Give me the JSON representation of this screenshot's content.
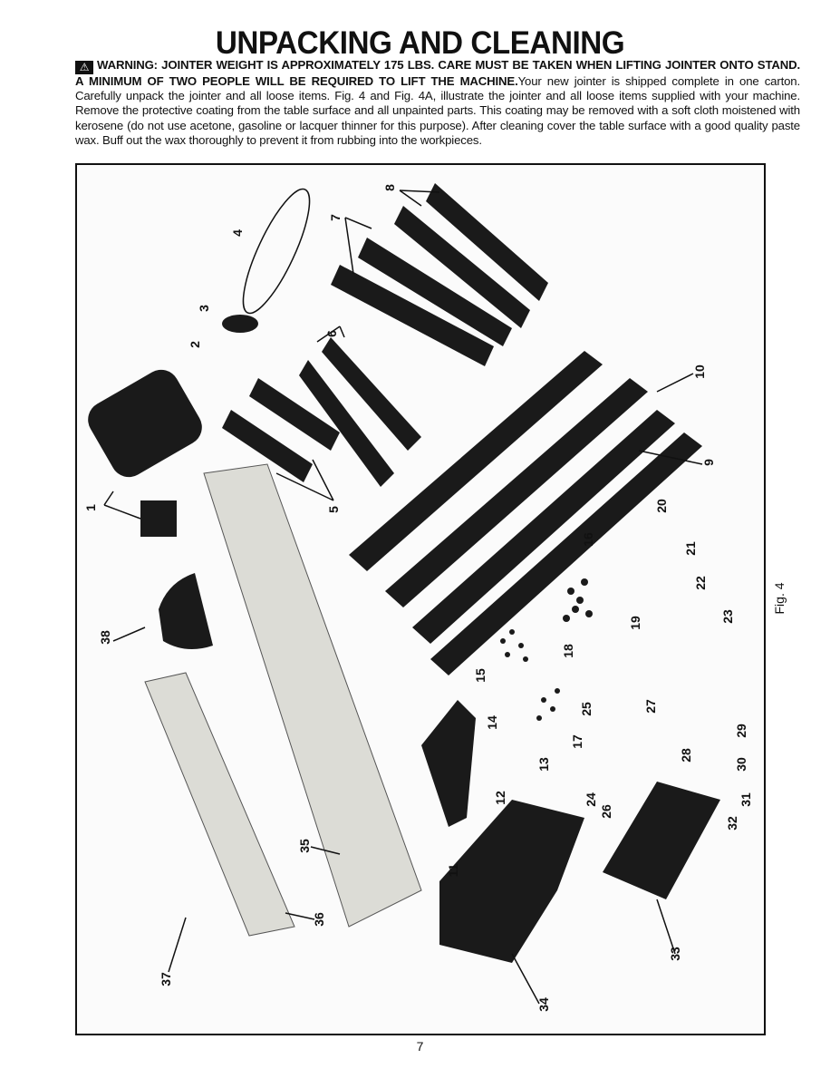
{
  "title": "UNPACKING AND CLEANING",
  "warning_icon": "warning-triangle-icon",
  "warning_text": "WARNING: JOINTER WEIGHT IS APPROXIMATELY 175 LBS. CARE MUST BE TAKEN WHEN LIFTING JOINTER ONTO STAND. A MINIMUM OF TWO PEOPLE WILL BE REQUIRED TO LIFT THE MACHINE.",
  "body_text": "Your new jointer is shipped complete in one carton. Carefully unpack the jointer and all loose items. Fig. 4 and Fig. 4A, illustrate the jointer and all loose items supplied with your machine. Remove the protective coating from the table surface and all unpainted parts. This coating may be removed with a soft cloth moistened with kerosene (do not use acetone, gasoline or lacquer thinner for this purpose). After cleaning cover the table surface with a good quality paste wax. Buff out the wax thoroughly to prevent it from rubbing into the workpieces.",
  "figure": {
    "label": "Fig. 4",
    "callouts": [
      "1",
      "2",
      "3",
      "4",
      "5",
      "6",
      "7",
      "8",
      "9",
      "10",
      "11",
      "12",
      "13",
      "14",
      "15",
      "16",
      "17",
      "18",
      "19",
      "20",
      "21",
      "22",
      "23",
      "24",
      "25",
      "26",
      "27",
      "28",
      "29",
      "30",
      "31",
      "32",
      "33",
      "34",
      "35",
      "36",
      "37",
      "38"
    ]
  },
  "page_number": "7"
}
